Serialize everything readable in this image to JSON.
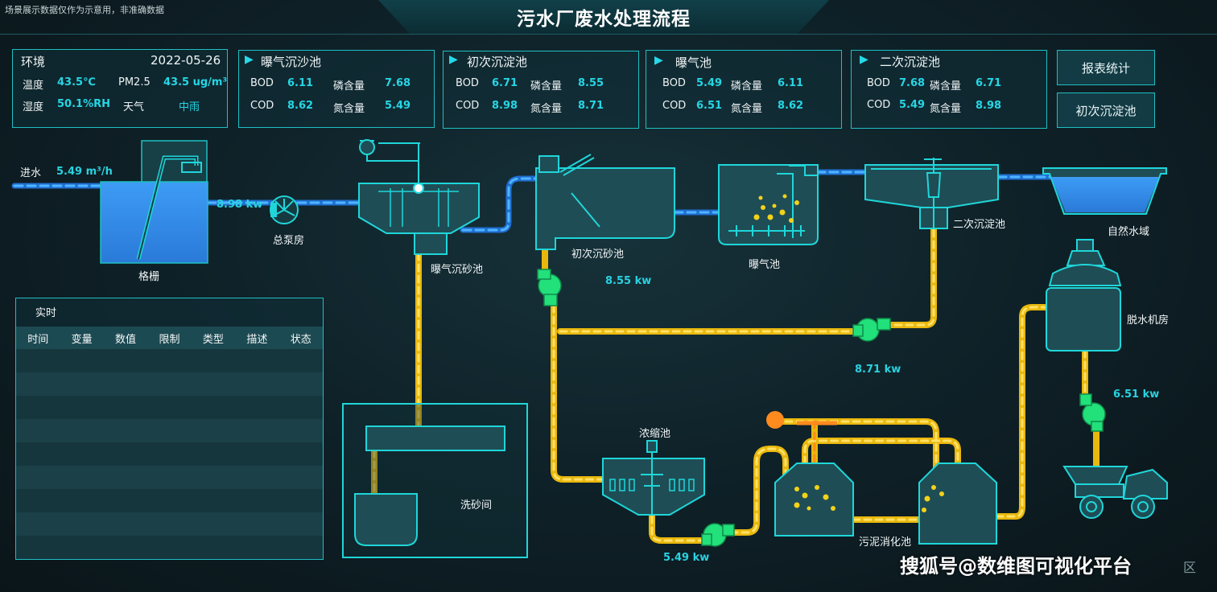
{
  "note": "场景展示数据仅作为示意用，非准确数据",
  "title": "污水厂废水处理流程",
  "env": {
    "label": "环境",
    "date": "2022-05-26",
    "temp_label": "温度",
    "temp_value": "43.5℃",
    "pm_label": "PM2.5",
    "pm_value": "43.5 ug/m³",
    "humidity_label": "湿度",
    "humidity_value": "50.1%RH",
    "weather_label": "天气",
    "weather_value": "中雨"
  },
  "panels": [
    {
      "name": "曝气沉沙池",
      "bod": "6.11",
      "phos": "7.68",
      "cod": "8.62",
      "nitro": "5.49"
    },
    {
      "name": "初次沉淀池",
      "bod": "6.71",
      "phos": "8.55",
      "cod": "8.98",
      "nitro": "8.71"
    },
    {
      "name": "曝气池",
      "bod": "5.49",
      "phos": "6.11",
      "cod": "6.51",
      "nitro": "8.62"
    },
    {
      "name": "二次沉淀池",
      "bod": "7.68",
      "phos": "6.71",
      "cod": "5.49",
      "nitro": "8.98"
    }
  ],
  "param_labels": {
    "bod": "BOD",
    "cod": "COD",
    "phos": "磷含量",
    "nitro": "氮含量"
  },
  "buttons": {
    "report": "报表统计",
    "primary": "初次沉淀池"
  },
  "flow": {
    "inlet_label": "进水",
    "inlet_value": "5.49  m³/h",
    "pump1_kw": "8.98   kw",
    "pump2_kw": "8.55   kw",
    "pump3_kw": "8.71   kw",
    "pump4_kw": "6.51   kw",
    "pump5_kw": "5.49      kw"
  },
  "components": {
    "grid": "格栅",
    "pump_house": "总泵房",
    "aerated_grit": "曝气沉砂池",
    "primary_grit": "初次沉砂池",
    "aeration": "曝气池",
    "secondary": "二次沉淀池",
    "water_body": "自然水域",
    "dewater": "脱水机房",
    "sand_wash": "洗砂间",
    "thickener": "浓缩池",
    "digester": "污泥消化池"
  },
  "realtime": {
    "title": "实时",
    "columns": [
      "时间",
      "变量",
      "数值",
      "限制",
      "类型",
      "描述",
      "状态"
    ]
  },
  "watermark": "搜狐号@数维图可视化平台",
  "watermark_tail": "区",
  "colors": {
    "accent": "#1fbfc2",
    "value": "#26d6e4",
    "water": "#2d8ff0",
    "sludge": "#f2c10f",
    "pump": "#22e07a"
  }
}
